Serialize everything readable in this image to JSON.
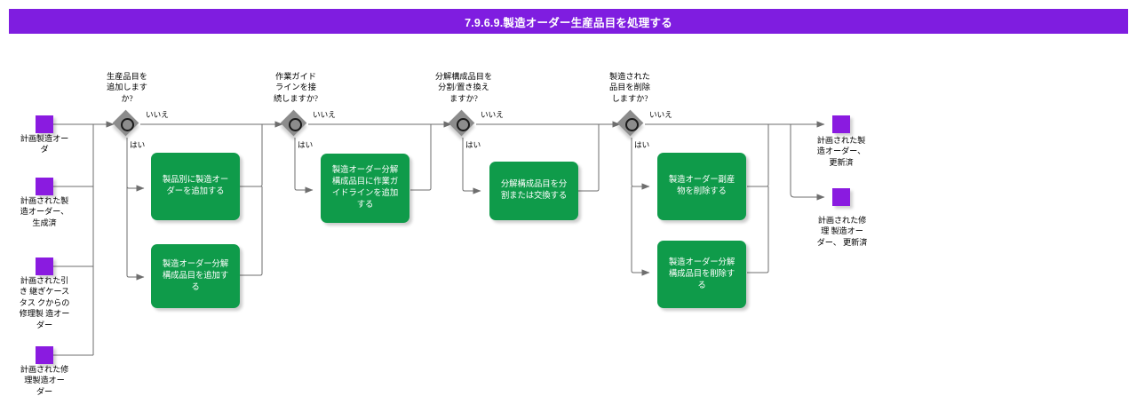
{
  "header": {
    "title": "7.9.6.9.製造オーダー生産品目を処理する",
    "bar_color": "#7F1DE0"
  },
  "palette": {
    "data_node": "#8A1BE0",
    "process_node": "#0F9B4A",
    "decision_node": "#8C8C8C",
    "connector": "#6E6E6E",
    "title_text": "#FFFFFF"
  },
  "diagram": {
    "type": "flowchart",
    "orientation": "left-to-right",
    "inputs": [
      {
        "id": "in1",
        "label": "計画製造オー\nダ"
      },
      {
        "id": "in2",
        "label": "計画された製\n造オーダー、\n生成済"
      },
      {
        "id": "in3",
        "label": "計画された引\nき 継ぎケース\nタス クからの\n修理製 造オー\nダー"
      },
      {
        "id": "in4",
        "label": "計画された修\n理製造オー\nダー"
      }
    ],
    "decisions": [
      {
        "id": "d1",
        "question": "生産品目を\n追加します\nか?",
        "no_label": "いいえ",
        "yes_label": "はい"
      },
      {
        "id": "d2",
        "question": "作業ガイド\nラインを接\n続しますか?",
        "no_label": "いいえ",
        "yes_label": "はい"
      },
      {
        "id": "d3",
        "question": "分解構成品目を\n分割/置き換え\nますか?",
        "no_label": "いいえ",
        "yes_label": "はい"
      },
      {
        "id": "d4",
        "question": "製造された\n品目を削除\nしますか?",
        "no_label": "いいえ",
        "yes_label": "はい"
      }
    ],
    "processes": [
      {
        "id": "p1",
        "label": "製品別に製造オー\nダーを追加する"
      },
      {
        "id": "p2",
        "label": "製造オーダー分解\n構成品目を追加す\nる"
      },
      {
        "id": "p3",
        "label": "製造オーダー分解\n構成品目に作業ガ\nイドラインを追加\nする"
      },
      {
        "id": "p4",
        "label": "分解構成品目を分\n割または交換する"
      },
      {
        "id": "p5",
        "label": "製造オーダー副産\n物を削除する"
      },
      {
        "id": "p6",
        "label": "製造オーダー分解\n構成品目を削除す\nる"
      }
    ],
    "outputs": [
      {
        "id": "out1",
        "label": "計画された製\n造オーダー、\n更新済"
      },
      {
        "id": "out2",
        "label": "計画された修\n理 製造オー\nダー、 更新済"
      }
    ]
  }
}
